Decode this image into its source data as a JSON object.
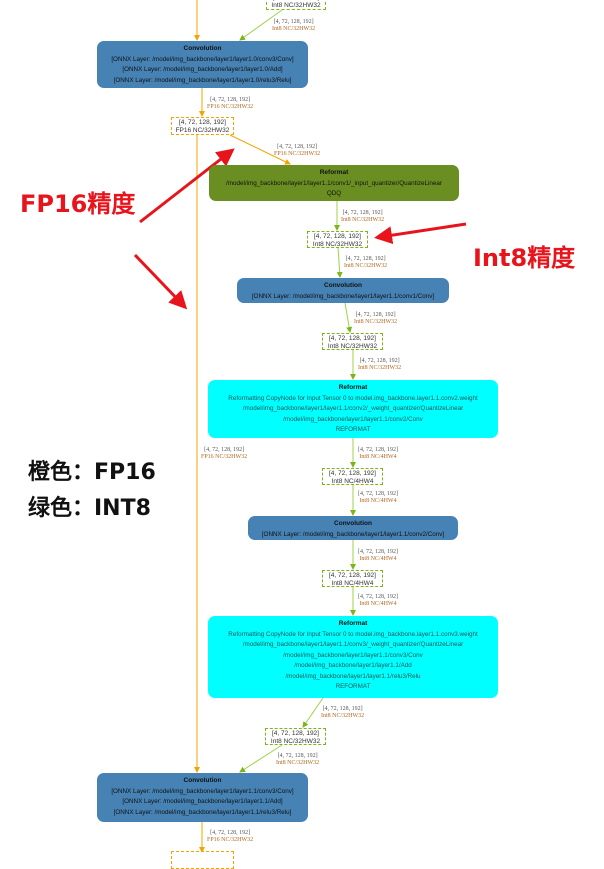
{
  "colors": {
    "fp16": "#f5a300",
    "int8": "#7cb518",
    "conv": "#4682b4",
    "reformat_quant": "#6b8e23",
    "reformat_copy": "#00ffff",
    "annotation": "#e8141b"
  },
  "shape": "[4, 72, 128, 192]",
  "fmt": {
    "int8_32": "Int8 NC/32HW32",
    "fp16_32": "FP16 NC/32HW32",
    "int8_4": "Int8 NC/4HW4"
  },
  "nodes": {
    "conv_top": {
      "title": "Convolution",
      "lines": [
        "[ONNX Layer: /model/img_backbone/layer1/layer1.0/conv3/Conv]",
        "[ONNX Layer: /model/img_backbone/layer1/layer1.0/Add]",
        "[ONNX Layer: /model/img_backbone/layer1/layer1.0/relu3/Relu]"
      ]
    },
    "reformat_q": {
      "title": "Reformat",
      "lines": [
        "/model/img_backbone/layer1/layer1.1/conv1/_input_quantizer/QuantizeLinear",
        "QDQ"
      ]
    },
    "conv1": {
      "title": "Convolution",
      "lines": [
        "[ONNX Layer: /model/img_backbone/layer1/layer1.1/conv1/Conv]"
      ]
    },
    "reformat_c2": {
      "title": "Reformat",
      "lines": [
        "Reformatting CopyNode for Input Tensor 0 to model.img_backbone.layer1.1.conv2.weight",
        "/model/img_backbone/layer1/layer1.1/conv2/_weight_quantizer/QuantizeLinear",
        "/model/img_backbone/layer1/layer1.1/conv2/Conv",
        "REFORMAT"
      ]
    },
    "conv2": {
      "title": "Convolution",
      "lines": [
        "[ONNX Layer: /model/img_backbone/layer1/layer1.1/conv2/Conv]"
      ]
    },
    "reformat_c3": {
      "title": "Reformat",
      "lines": [
        "Reformatting CopyNode for Input Tensor 0 to model.img_backbone.layer1.1.conv3.weight",
        "/model/img_backbone/layer1/layer1.1/conv3/_weight_quantizer/QuantizeLinear",
        "/model/img_backbone/layer1/layer1.1/conv3/Conv",
        "/model/img_backbone/layer1/layer1.1/Add",
        "/model/img_backbone/layer1/layer1.1/relu3/Relu",
        "REFORMAT"
      ]
    },
    "conv_bottom": {
      "title": "Convolution",
      "lines": [
        "[ONNX Layer: /model/img_backbone/layer1/layer1.1/conv3/Conv]",
        "[ONNX Layer: /model/img_backbone/layer1/layer1.1/Add]",
        "[ONNX Layer: /model/img_backbone/layer1/layer1.1/relu3/Relu]"
      ]
    }
  },
  "annotations": {
    "fp16_precision": "FP16精度",
    "int8_precision": "Int8精度",
    "legend_orange": "橙色：FP16",
    "legend_green": "绿色：INT8"
  }
}
